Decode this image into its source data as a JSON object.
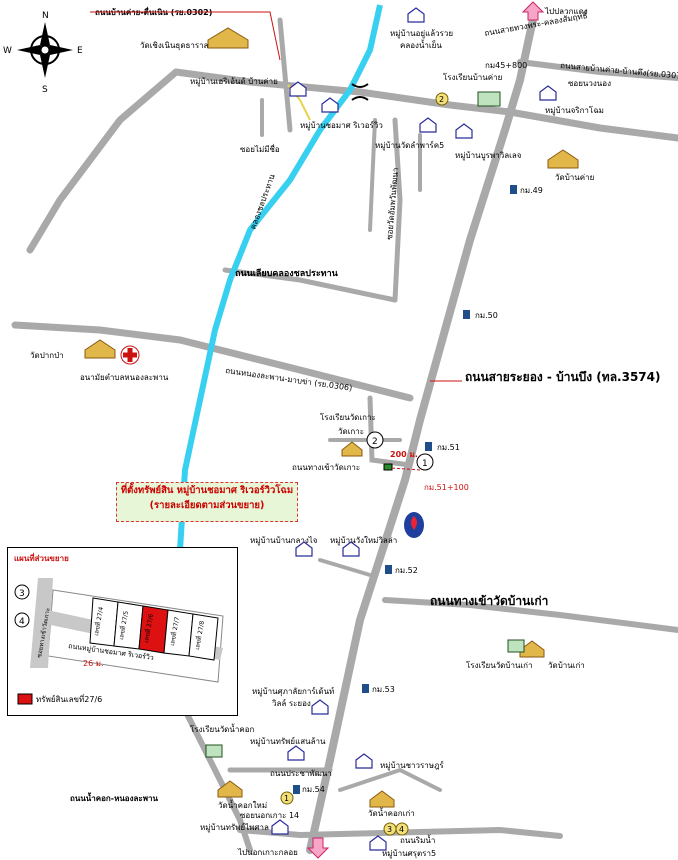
{
  "compass": {
    "n": "N",
    "s": "S",
    "e": "E",
    "w": "W"
  },
  "roads": {
    "top_left": "ถนนบ้านค่าย-ตื่นเนิน (รย.0302)",
    "klong_road": "ถนนเลียบคลองชลประทาน",
    "main_road": "ถนนสายระยอง - บ้านบึง (ทล.3574)",
    "nong_road": "ถนนหนองละพาน-มาบข่า (รย.0306)",
    "wat_ko_road": "ถนนทางเข้าวัดเกาะ",
    "old_wat_road": "ถนนทางเข้าวัดบ้านเก่า",
    "nam_khok_road": "ถนนน้ำคอก-หนองละพาน",
    "to_pluak_daeng": "ไปปลวกแดง",
    "to_nong_bua": "ไปนอกเกาะกลอย",
    "soi_mai_mi": "ซอยไม่มีชื่อ",
    "soi_nong": "ซอยนอกเกาะ",
    "klong": "คลองชลประทาน",
    "km45": "กม45+800",
    "km49": "กม.49",
    "km50": "กม.50",
    "km51": "กม.51",
    "km51b": "กม.51+100",
    "km52": "กม.52",
    "km53": "กม.53",
    "km54": "กม.54",
    "dist200": "200 ม.",
    "soi_nong_ta": "ซอยนอกเกาะ 14",
    "to_soi": "ถนนริมน้ำ",
    "right_road": "ถนนสายบ้านค่าย-บ้านตึง(รย.0307)",
    "soi_right": "ซอยนวงนอง",
    "top_right_road": "ถนนสายทวงพระ-คลองสัมฤทธิ์",
    "tn_road": "ถนนประชาพัฒนา",
    "v_road": "ซอยวัดอัมพวันพัฒนา"
  },
  "places": {
    "wat_choen": "วัดเชิงเนินธุดธาราส",
    "mb_heri": "หมู่บ้านเฮริเอ้นด้ บ้านค่าย",
    "mb_bangwai": "หมู่บ้านอยู่แล้วรวย",
    "mb_khlong": "คลองน้ำเย็น",
    "school_ban_khai": "โรงเรียนบ้านค่าย",
    "mb_charak": "หมู่บ้านจริกาโฉม",
    "mb_somrit": "หมู่บ้านชอมาศ ริเวอร์วิว",
    "mb_wattham": "หมู่บ้านวัดลำพาร์ค5",
    "mb_burapha": "หมู่บ้านบูรพาวิลเลจ",
    "wat_ban_khai": "วัดบ้านค่าย",
    "wat_pak_pa": "วัดปากป่า",
    "health": "อนามัยตำบลหนองละพาน",
    "school_wat_ko": "โรงเรียนวัดเกาะ",
    "wat_ko": "วัดเกาะ",
    "mb_klang": "หมู่บ้านบ้านกลางไจ",
    "mb_wang": "หมู่บ้านวังใหม่วิลล่า",
    "school_old": "โรงเรียนวัดบ้านเก่า",
    "wat_old": "วัดบ้านเก่า",
    "mb_suphat": "หมู่บ้านศุภาลัยการ์เด้นท์",
    "mb_suphat2": "วิลล์ ระยอง",
    "school_nam_khok": "โรงเรียนวัดน้ำคอก",
    "mb_sap": "หมู่บ้านทรัพย์แสนล้าน",
    "mb_chao": "หมู่บ้านชาวราษฎร์",
    "wat_nam_khok_mai": "วัดน้ำคอกใหม่",
    "mb_sap2": "หมู่บ้านทรัพย์ไพศาล",
    "wat_nam_khok_kao": "วัดน้ำคอกเก่า",
    "mb_suk": "หมู่บ้านศรุตรา5"
  },
  "callout": {
    "line1": "ที่ตั้งทรัพย์สิน หมู่บ้านชอมาศ ริเวอร์วิวโฉม",
    "line2": "(รายละเอียดตามส่วนขยาย)"
  },
  "inset": {
    "title": "แผนที่ส่วนขยาย",
    "road": "ถนนหมู่บ้านชอมาศ ริเวอร์วิว",
    "side_road": "ซอยทางเข้าวัดเกาะ",
    "dist": "26 ม.",
    "lots": [
      "เลขที่ 27/4",
      "เลขที่ 27/5",
      "เลขที่ 27/6",
      "เลขที่ 27/7",
      "เลขที่ 27/8"
    ],
    "legend": "ทรัพย์สินเลขที่27/6",
    "markers": [
      "3",
      "4"
    ]
  },
  "markers": {
    "m1": "1",
    "m2": "2",
    "m3": "3",
    "m4": "4"
  },
  "colors": {
    "road": "#a9a9a9",
    "canal": "#38d0f0",
    "red": "#cc1111",
    "callout_bg": "#e6f6d6",
    "arrow": "#f7a6c8"
  }
}
